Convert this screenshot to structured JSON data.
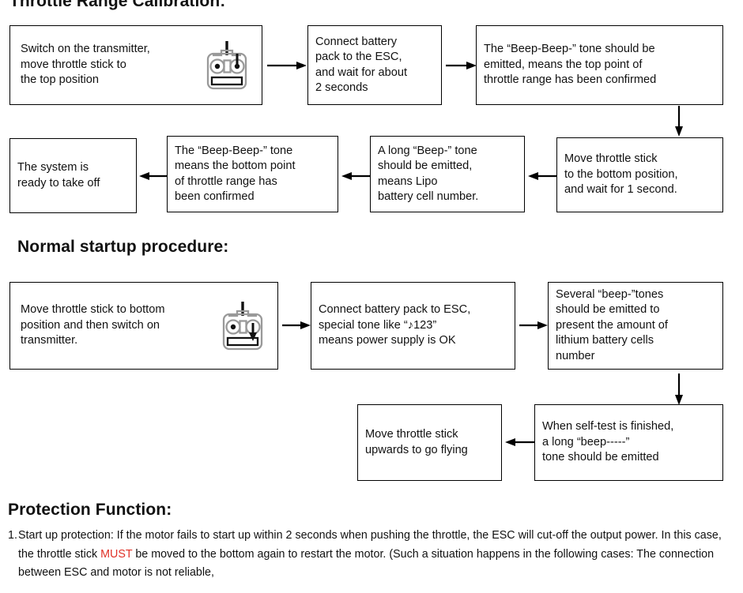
{
  "headings": {
    "throttle": "Throttle Range Calibration:",
    "normal": "Normal startup procedure:",
    "protection": "Protection Function:"
  },
  "icons": {
    "transmitter_up": "transmitter-stick-up-icon",
    "transmitter_down": "transmitter-stick-down-icon",
    "arrow_right": "arrow-right-icon",
    "arrow_left": "arrow-left-icon",
    "arrow_down": "arrow-down-icon",
    "music_note": "music-note-icon"
  },
  "throttle_flow": {
    "row1": [
      {
        "id": "switch-on-transmitter",
        "text": "Switch on the transmitter,\nmove throttle stick to\nthe top position",
        "icon": "transmitter-stick-up-icon"
      },
      {
        "id": "connect-battery-esc",
        "text": "Connect battery\npack to the ESC,\nand wait for about\n2 seconds"
      },
      {
        "id": "beep-beep-top-point",
        "text": "The “Beep-Beep-” tone should be\nemitted, means the top point of\nthrottle range has been confirmed"
      }
    ],
    "row2": [
      {
        "id": "system-ready",
        "text": "The system is\nready to take off"
      },
      {
        "id": "beep-beep-bottom-point",
        "text": "The “Beep-Beep-” tone\nmeans the bottom point\nof throttle range has\nbeen confirmed"
      },
      {
        "id": "long-beep-lipo-cells",
        "text": "A long “Beep-” tone\nshould be emitted,\nmeans Lipo\nbattery cell number."
      },
      {
        "id": "move-stick-bottom",
        "text": "Move throttle stick\nto the bottom position,\nand wait for 1 second."
      }
    ]
  },
  "normal_flow": {
    "row1": [
      {
        "id": "move-stick-bottom-switch-on",
        "text": "Move throttle stick to bottom\nposition and then switch on\ntransmitter.",
        "icon": "transmitter-stick-down-icon"
      },
      {
        "id": "connect-battery-special-tone",
        "text_before": "Connect battery pack to ESC,\nspecial tone like “",
        "text_after": "123”\nmeans power supply is OK",
        "note": "♪"
      },
      {
        "id": "several-beeps-cells",
        "text": "Several “beep-”tones\nshould be emitted to\npresent the amount of\nlithium battery cells\nnumber"
      }
    ],
    "row2": [
      {
        "id": "move-stick-upwards-fly",
        "text": "Move throttle stick\nupwards to go flying"
      },
      {
        "id": "self-test-finished-long-beep",
        "text": "When self-test is finished,\na long “beep-----”\ntone should be emitted"
      }
    ]
  },
  "protection": {
    "items": [
      {
        "number": "1.",
        "seg1": "Start up protection: If the motor fails to start up within 2 seconds when pushing the throttle, the ESC will cut-off the output power. In this case, the throttle stick ",
        "highlight": "MUST",
        "seg2": " be moved to the bottom again to restart the motor. (Such a situation happens in the following cases: The connection between ESC and motor is not reliable,"
      }
    ]
  }
}
